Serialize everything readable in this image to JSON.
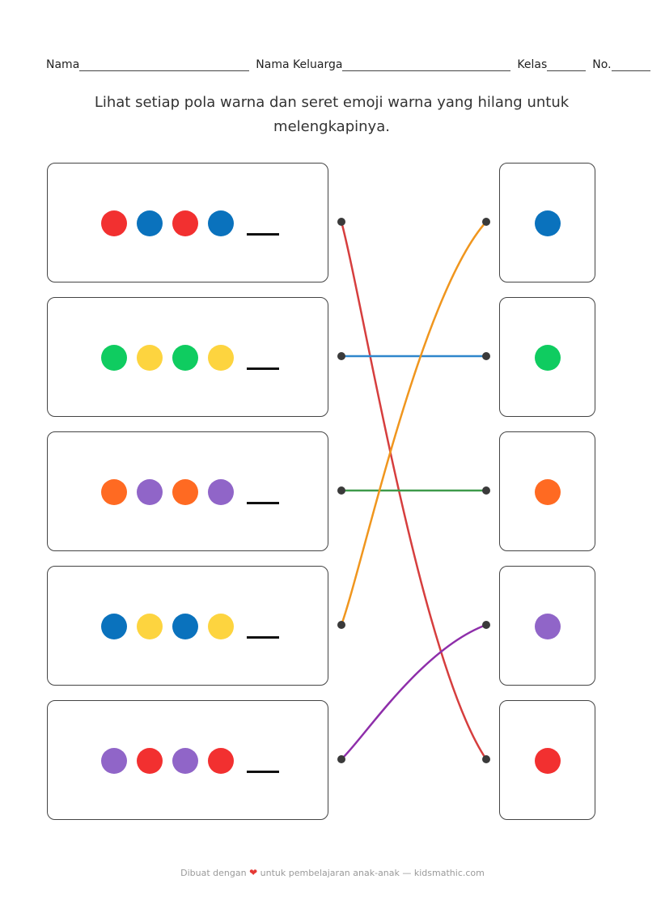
{
  "header": {
    "name_label": "Nama",
    "family_label": "Nama Keluarga",
    "class_label": "Kelas",
    "no_label": "No."
  },
  "instruction": "Lihat setiap pola warna dan seret emoji warna yang hilang untuk melengkapinya.",
  "colors": {
    "red": "#f23030",
    "blue": "#0a72bd",
    "green": "#0fcc60",
    "yellow": "#fdd43f",
    "orange": "#ff6a22",
    "purple": "#9065c8"
  },
  "patterns": [
    [
      "red",
      "blue",
      "red",
      "blue"
    ],
    [
      "green",
      "yellow",
      "green",
      "yellow"
    ],
    [
      "orange",
      "purple",
      "orange",
      "purple"
    ],
    [
      "blue",
      "yellow",
      "blue",
      "yellow"
    ],
    [
      "purple",
      "red",
      "purple",
      "red"
    ]
  ],
  "answers": [
    "blue",
    "green",
    "orange",
    "purple",
    "red"
  ],
  "connections": [
    {
      "from": 0,
      "to": 4,
      "color": "#d63e3e"
    },
    {
      "from": 1,
      "to": 1,
      "color": "#2f86cc"
    },
    {
      "from": 2,
      "to": 2,
      "color": "#3e9a4a"
    },
    {
      "from": 3,
      "to": 0,
      "color": "#f0961e"
    },
    {
      "from": 4,
      "to": 3,
      "color": "#8e2eaa"
    }
  ],
  "footer": {
    "prefix": "Dibuat dengan",
    "heart": "❤",
    "suffix": "untuk pembelajaran anak-anak — kidsmathic.com"
  }
}
